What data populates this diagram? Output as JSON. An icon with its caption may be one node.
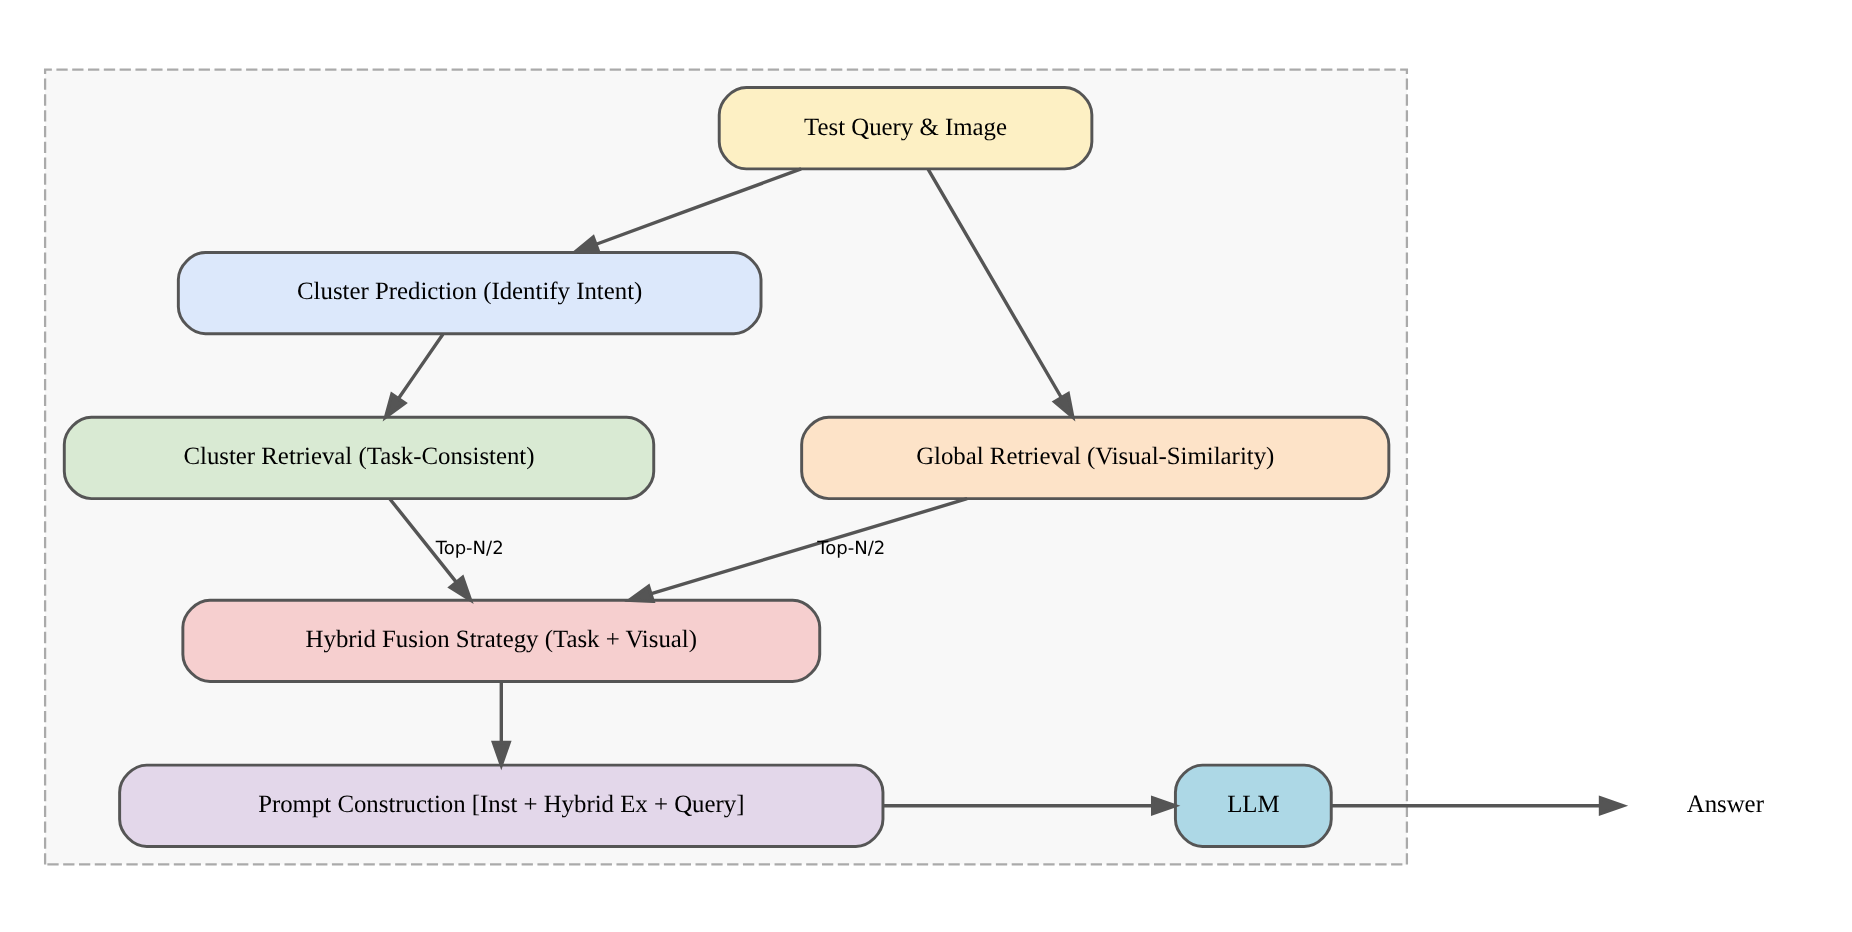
{
  "diagram": {
    "nodes": [
      {
        "text": [],
        "shape": "box"
      },
      {
        "text": [
          "Test Query & Image"
        ],
        "in": 0
      },
      {
        "text": [
          "Cluster Prediction (Identify Intent)"
        ],
        "in": 0
      },
      {
        "text": [
          "Cluster Retrieval (Task-Consistent)"
        ],
        "in": 0
      },
      {
        "text": [
          "Global Retrieval (Visual-Similarity)"
        ],
        "in": 0
      },
      {
        "text": [
          "Hybrid Fusion Strategy (Task + Visual)"
        ],
        "in": 0
      },
      {
        "text": [
          "Prompt Construction [Inst + Hybrid Ex + Query]"
        ],
        "in": 0
      },
      {
        "text": [
          "LLM"
        ],
        "in": 0
      },
      {
        "text": [
          "Answer"
        ]
      }
    ],
    "edges": [
      {
        "from": 1,
        "to": 2,
        "arrow": "to"
      },
      {
        "from": 1,
        "to": 4,
        "arrow": "to"
      },
      {
        "from": 2,
        "to": 3,
        "arrow": "to"
      },
      {
        "from": 3,
        "to": 5,
        "arrow": "to",
        "label": "Top-N/2"
      },
      {
        "from": 4,
        "to": 5,
        "arrow": "to",
        "label": "Top-N/2"
      },
      {
        "from": 5,
        "to": 6,
        "arrow": "to"
      },
      {
        "from": 6,
        "to": 7,
        "arrow": "to"
      },
      {
        "from": 7,
        "to": 8,
        "arrow": "to"
      }
    ]
  }
}
